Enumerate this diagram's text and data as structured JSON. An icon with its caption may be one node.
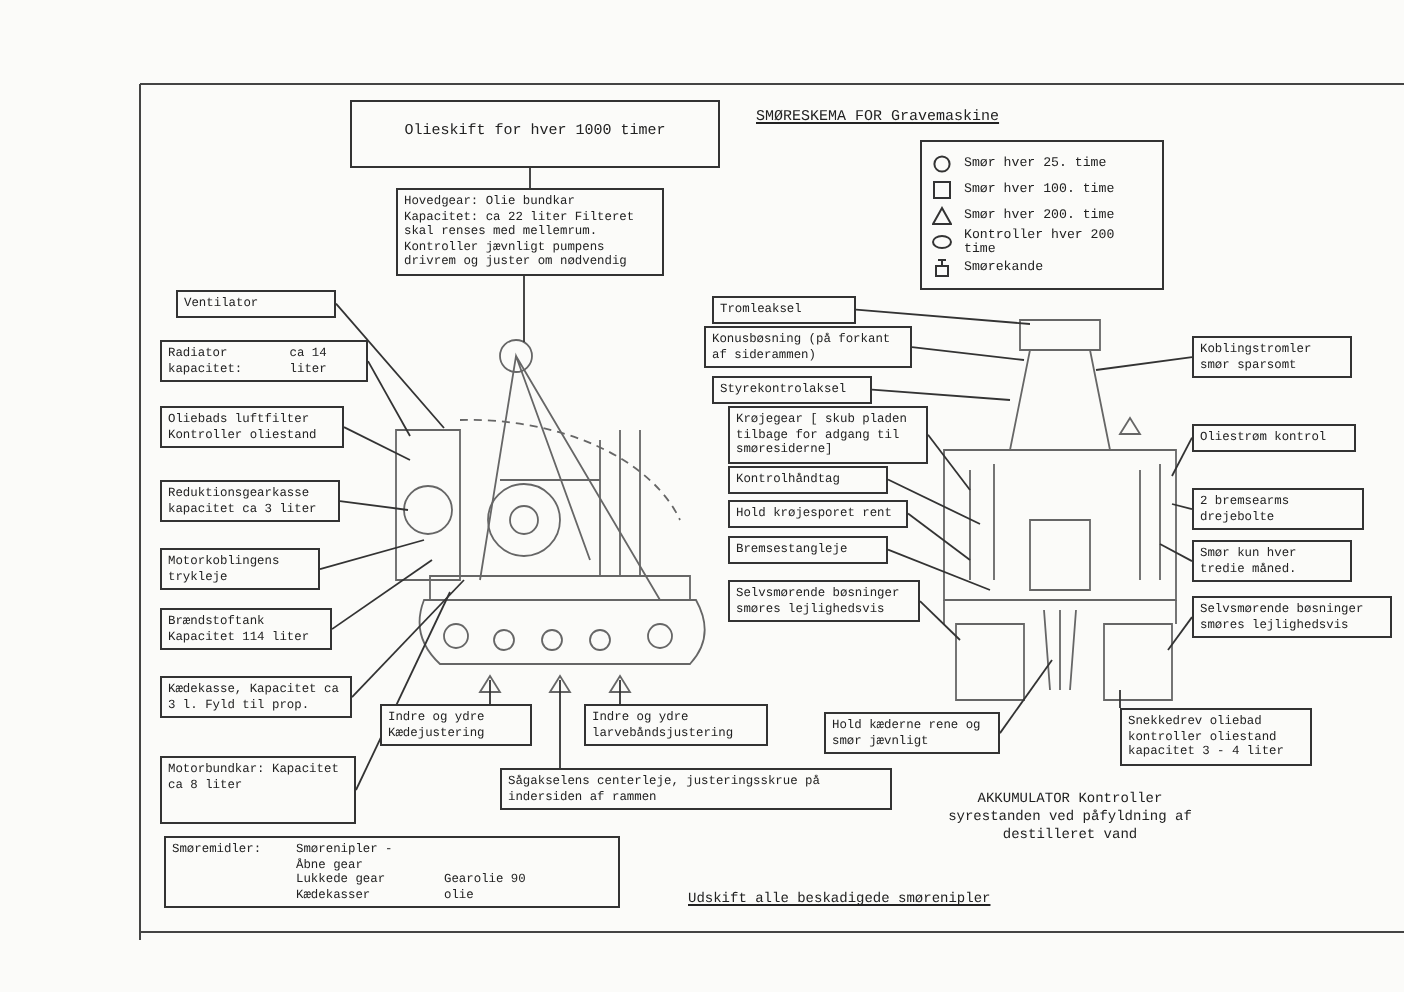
{
  "diagram": {
    "title": "SMØRESKEMA FOR Gravemaskine",
    "nodes": [
      {
        "text": [
          "Olieskift for hver 1000 timer"
        ]
      },
      {
        "text": [
          "Hovedgear: Olie bundkar Kapacitet: ca 22 liter Filteret skal renses med mellemrum. Kontroller jævnligt pumpens drivrem og juster om nødvendig"
        ]
      },
      {
        "text": [
          "Ventilator"
        ]
      },
      {
        "text": [
          "Radiator kapacitet:",
          "ca 14 liter"
        ]
      },
      {
        "text": [
          "Oliebads luftfilter Kontroller oliestand"
        ]
      },
      {
        "text": [
          "Reduktionsgearkasse kapacitet ca 3 liter"
        ]
      },
      {
        "text": [
          "Motorkoblingens trykleje"
        ]
      },
      {
        "text": [
          "Brændstoftank Kapacitet 114 liter"
        ]
      },
      {
        "text": [
          "Kædekasse, Kapacitet ca 3 l. Fyld til prop."
        ]
      },
      {
        "text": [
          "Motorbundkar: Kapacitet ca 8 liter"
        ]
      },
      {
        "text": [
          "Indre og ydre Kædejustering"
        ]
      },
      {
        "text": [
          "Indre og ydre larvebåndsjustering"
        ]
      },
      {
        "text": [
          "Sågakselens centerleje, justeringsskrue på indersiden af rammen"
        ]
      },
      {
        "text": [
          "Smøremidler:",
          "Smørenipler -",
          "Åbne gear",
          "Lukkede gear",
          "Gearolie 90",
          "Kædekasser",
          "olie"
        ]
      },
      {
        "text": [
          "Tromleaksel"
        ]
      },
      {
        "text": [
          "Konusbøsning (på forkant af siderammen)"
        ]
      },
      {
        "text": [
          "Styrekontrolaksel"
        ]
      },
      {
        "text": [
          "Krøjegear [ skub pladen tilbage for adgang til smøresiderne]"
        ]
      },
      {
        "text": [
          "Kontrolhåndtag"
        ]
      },
      {
        "text": [
          "Hold krøjesporet rent"
        ]
      },
      {
        "text": [
          "Bremsestangleje"
        ]
      },
      {
        "text": [
          "Selvsmørende bøsninger smøres lejlighedsvis"
        ]
      },
      {
        "text": [
          "Hold kæderne rene og smør jævnligt"
        ]
      },
      {
        "text": [
          "Koblingstromler smør sparsomt"
        ]
      },
      {
        "text": [
          "Oliestrøm kontrol"
        ]
      },
      {
        "text": [
          "2 bremsearms drejebolte"
        ]
      },
      {
        "text": [
          "Smør kun hver tredie måned."
        ]
      },
      {
        "text": [
          "Selvsmørende bøsninger smøres lejlighedsvis"
        ]
      },
      {
        "text": [
          "Snekkedrev oliebad kontroller oliestand kapacitet 3 - 4 liter"
        ]
      },
      {
        "text": [],
        "shape": "picture"
      },
      {
        "text": [],
        "shape": "picture"
      }
    ],
    "edges": [
      {
        "from": 0,
        "to": 1,
        "arrow": "none"
      },
      {
        "from": 1,
        "to": 29,
        "arrow": "none"
      },
      {
        "from": 2,
        "to": 29,
        "arrow": "none"
      },
      {
        "from": 3,
        "to": 29,
        "arrow": "none"
      },
      {
        "from": 4,
        "to": 29,
        "arrow": "none"
      },
      {
        "from": 5,
        "to": 29,
        "arrow": "none"
      },
      {
        "from": 6,
        "to": 29,
        "arrow": "none"
      },
      {
        "from": 7,
        "to": 29,
        "arrow": "none"
      },
      {
        "from": 8,
        "to": 29,
        "arrow": "none"
      },
      {
        "from": 9,
        "to": 29,
        "arrow": "none"
      },
      {
        "from": 10,
        "to": 29,
        "arrow": "none"
      },
      {
        "from": 11,
        "to": 29,
        "arrow": "none"
      },
      {
        "from": 12,
        "to": 29,
        "arrow": "none"
      },
      {
        "from": 14,
        "to": 30,
        "arrow": "none"
      },
      {
        "from": 15,
        "to": 30,
        "arrow": "none"
      },
      {
        "from": 16,
        "to": 30,
        "arrow": "none"
      },
      {
        "from": 17,
        "to": 30,
        "arrow": "none"
      },
      {
        "from": 18,
        "to": 30,
        "arrow": "none"
      },
      {
        "from": 19,
        "to": 30,
        "arrow": "none"
      },
      {
        "from": 20,
        "to": 30,
        "arrow": "none"
      },
      {
        "from": 21,
        "to": 30,
        "arrow": "none"
      },
      {
        "from": 22,
        "to": 30,
        "arrow": "none"
      },
      {
        "from": 23,
        "to": 30,
        "arrow": "none"
      },
      {
        "from": 24,
        "to": 30,
        "arrow": "none"
      },
      {
        "from": 25,
        "to": 30,
        "arrow": "none"
      },
      {
        "from": 26,
        "to": 30,
        "arrow": "none"
      },
      {
        "from": 27,
        "to": 30,
        "arrow": "none"
      },
      {
        "from": 28,
        "to": 30,
        "arrow": "none"
      }
    ],
    "labels": [
      "AKKUMULATOR Kontroller syrestanden ved påfyldning af destilleret vand",
      "Udskift alle beskadigede smørenipler"
    ],
    "legend": [
      {
        "text": "Smør hver 25. time"
      },
      {
        "text": "Smør hver 100. time"
      },
      {
        "text": "Smør hver 200. time"
      },
      {
        "text": "Kontroller hver 200 time"
      },
      {
        "text": "Smørekande"
      }
    ]
  }
}
